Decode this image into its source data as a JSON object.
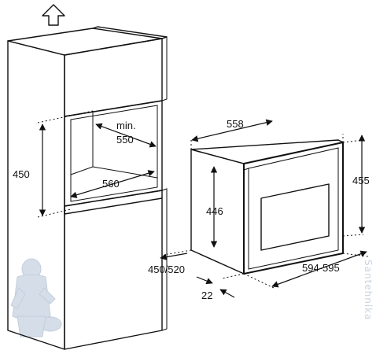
{
  "labels": {
    "min": "min.",
    "niche_height": "450",
    "niche_width": "550",
    "niche_depth": "560",
    "oven_width": "558",
    "oven_height": "455",
    "oven_body_height": "446",
    "front_depth": "450/520",
    "front_offset": "22",
    "front_width": "594-595"
  },
  "watermark": "Santehnika",
  "icons": {
    "airflow": "up-arrow-icon",
    "mascot": "plumber-mascot-icon"
  },
  "colors": {
    "line": "#111111",
    "watermark": "#c9d3de",
    "mascot": "#d5dee8"
  }
}
